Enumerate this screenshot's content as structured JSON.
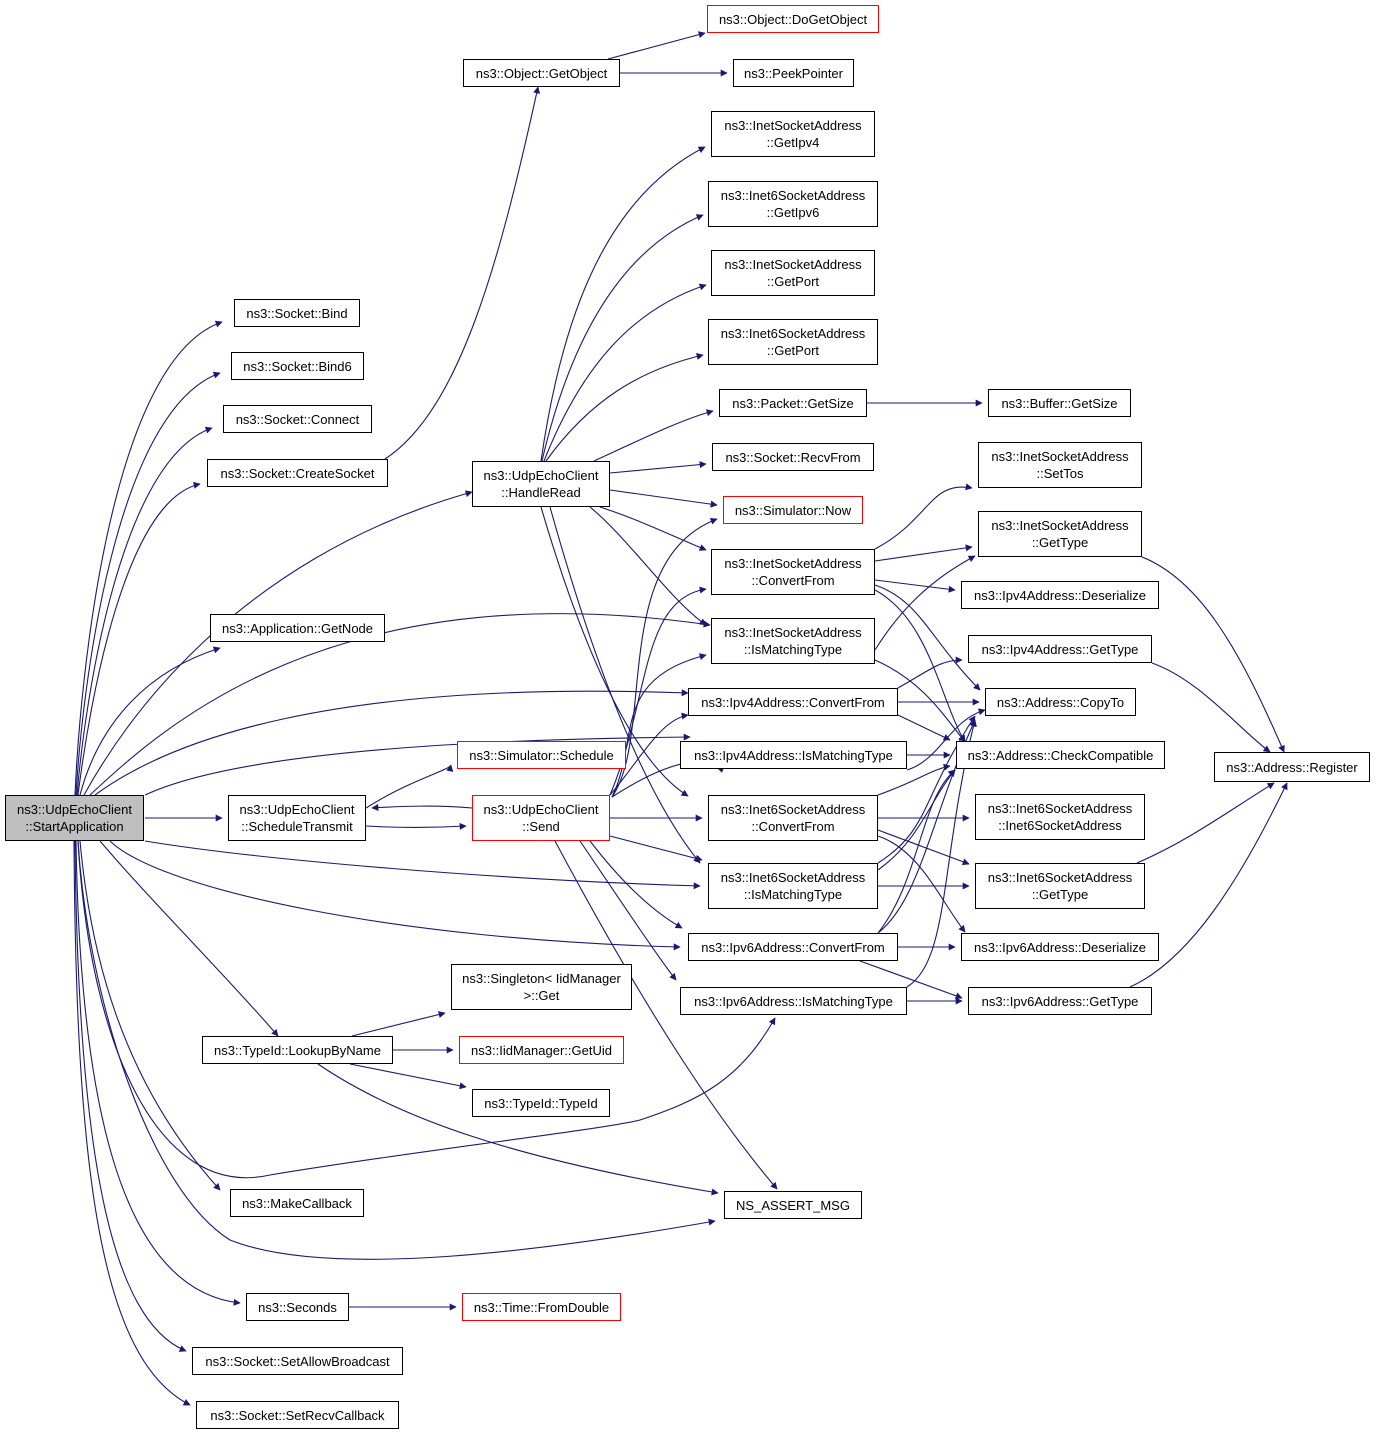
{
  "graph": {
    "edge_color": "#191970",
    "nodes": {
      "start": [
        "ns3::UdpEchoClient",
        "::StartApplication"
      ],
      "bind": [
        "ns3::Socket::Bind"
      ],
      "bind6": [
        "ns3::Socket::Bind6"
      ],
      "connect": [
        "ns3::Socket::Connect"
      ],
      "createsock": [
        "ns3::Socket::CreateSocket"
      ],
      "getnode": [
        "ns3::Application::GetNode"
      ],
      "schedtx": [
        "ns3::UdpEchoClient",
        "::ScheduleTransmit"
      ],
      "lookup": [
        "ns3::TypeId::LookupByName"
      ],
      "makecb": [
        "ns3::MakeCallback"
      ],
      "seconds": [
        "ns3::Seconds"
      ],
      "setbcast": [
        "ns3::Socket::SetAllowBroadcast"
      ],
      "setrecv": [
        "ns3::Socket::SetRecvCallback"
      ],
      "getobject": [
        "ns3::Object::GetObject"
      ],
      "handleread": [
        "ns3::UdpEchoClient",
        "::HandleRead"
      ],
      "schedule": [
        "ns3::Simulator::Schedule"
      ],
      "send": [
        "ns3::UdpEchoClient",
        "::Send"
      ],
      "singleton": [
        "ns3::Singleton< IidManager",
        ">::Get"
      ],
      "iidget": [
        "ns3::IidManager::GetUid"
      ],
      "typeid": [
        "ns3::TypeId::TypeId"
      ],
      "fromdouble": [
        "ns3::Time::FromDouble"
      ],
      "dogetobj": [
        "ns3::Object::DoGetObject"
      ],
      "peek": [
        "ns3::PeekPointer"
      ],
      "inet_getipv4": [
        "ns3::InetSocketAddress",
        "::GetIpv4"
      ],
      "inet6_getipv6": [
        "ns3::Inet6SocketAddress",
        "::GetIpv6"
      ],
      "inet_getport": [
        "ns3::InetSocketAddress",
        "::GetPort"
      ],
      "inet6_getport": [
        "ns3::Inet6SocketAddress",
        "::GetPort"
      ],
      "pkt_getsize": [
        "ns3::Packet::GetSize"
      ],
      "recvfrom": [
        "ns3::Socket::RecvFrom"
      ],
      "now": [
        "ns3::Simulator::Now"
      ],
      "inet_convert": [
        "ns3::InetSocketAddress",
        "::ConvertFrom"
      ],
      "inet_ismatch": [
        "ns3::InetSocketAddress",
        "::IsMatchingType"
      ],
      "ipv4_convert": [
        "ns3::Ipv4Address::ConvertFrom"
      ],
      "ipv4_ismatch": [
        "ns3::Ipv4Address::IsMatchingType"
      ],
      "inet6_convert": [
        "ns3::Inet6SocketAddress",
        "::ConvertFrom"
      ],
      "inet6_ismatch": [
        "ns3::Inet6SocketAddress",
        "::IsMatchingType"
      ],
      "ipv6_convert": [
        "ns3::Ipv6Address::ConvertFrom"
      ],
      "ipv6_ismatch": [
        "ns3::Ipv6Address::IsMatchingType"
      ],
      "nsassert": [
        "NS_ASSERT_MSG"
      ],
      "buf_getsize": [
        "ns3::Buffer::GetSize"
      ],
      "settos": [
        "ns3::InetSocketAddress",
        "::SetTos"
      ],
      "inet_gettype": [
        "ns3::InetSocketAddress",
        "::GetType"
      ],
      "ipv4_deser": [
        "ns3::Ipv4Address::Deserialize"
      ],
      "ipv4_gettype": [
        "ns3::Ipv4Address::GetType"
      ],
      "copyto": [
        "ns3::Address::CopyTo"
      ],
      "checkcompat": [
        "ns3::Address::CheckCompatible"
      ],
      "inet6_ctor": [
        "ns3::Inet6SocketAddress",
        "::Inet6SocketAddress"
      ],
      "inet6_gettype": [
        "ns3::Inet6SocketAddress",
        "::GetType"
      ],
      "ipv6_deser": [
        "ns3::Ipv6Address::Deserialize"
      ],
      "ipv6_gettype": [
        "ns3::Ipv6Address::GetType"
      ],
      "register": [
        "ns3::Address::Register"
      ]
    }
  }
}
